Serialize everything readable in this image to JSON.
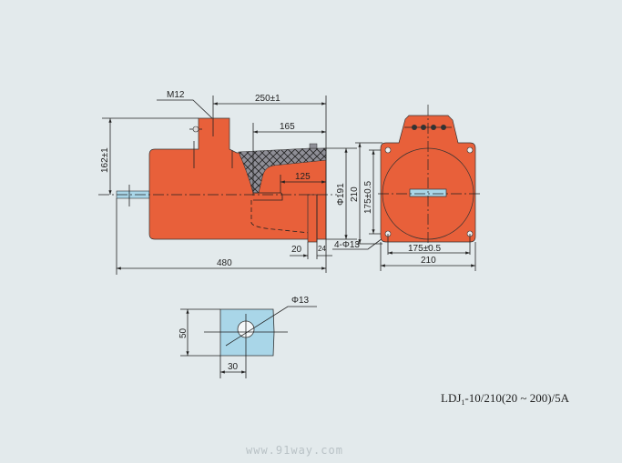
{
  "colors": {
    "body": "#e8603a",
    "busbar": "#a9d6e8",
    "insulation": "#8e8e96",
    "background": "#e3eaec"
  },
  "side_view": {
    "thread": "M12",
    "length_250": "250±1",
    "length_165": "165",
    "length_125": "125",
    "height_162": "162±1",
    "dia_191": "Φ191",
    "height_210": "210",
    "height_175": "175±0.5",
    "width_20": "20",
    "width_24": "24",
    "holes": "4-Φ13",
    "total_480": "480"
  },
  "front_view": {
    "width_175": "175±0.5",
    "width_210": "210"
  },
  "busbar_detail": {
    "hole": "Φ13",
    "height": "50",
    "offset": "30"
  },
  "model": "LDJ",
  "model_sub": "1",
  "model_rest": "-10/210(20 ~ 200)/5A",
  "watermark": "www.91way.com"
}
